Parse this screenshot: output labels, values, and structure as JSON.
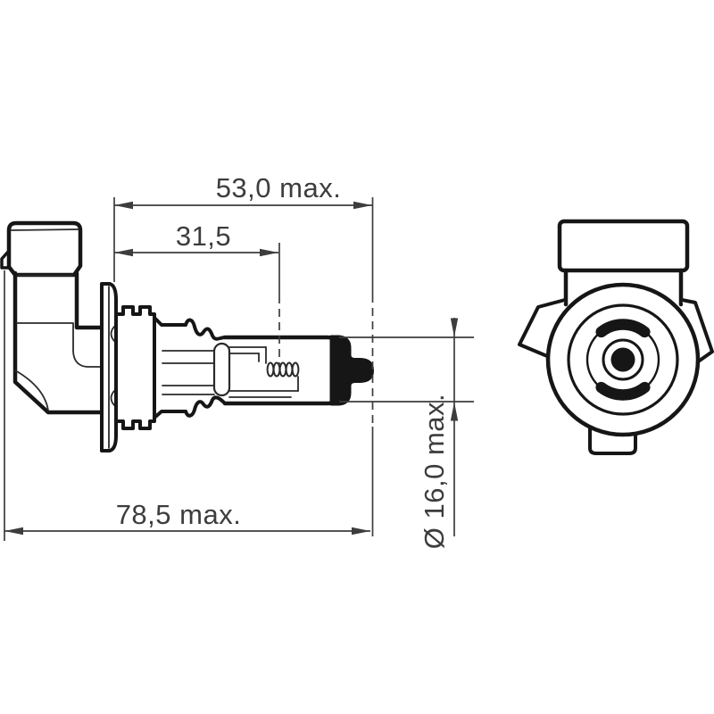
{
  "page": {
    "background_color": "#ffffff"
  },
  "drawing": {
    "subject": "Automotive halogen bulb dimensional technical drawing (side view and front view)",
    "views": [
      {
        "id": "side-view",
        "label": "bulb side profile"
      },
      {
        "id": "front-view",
        "label": "bulb front axial view"
      }
    ],
    "dimensions": {
      "length_to_tip": "53,0 max.",
      "length_to_filament": "31,5",
      "overall_length": "78,5 max.",
      "bulb_diameter": "Ø 16,0 max."
    },
    "colors": {
      "outline": "#161616",
      "dimension_lines": "#3d3d3d",
      "background": "#ffffff"
    }
  }
}
